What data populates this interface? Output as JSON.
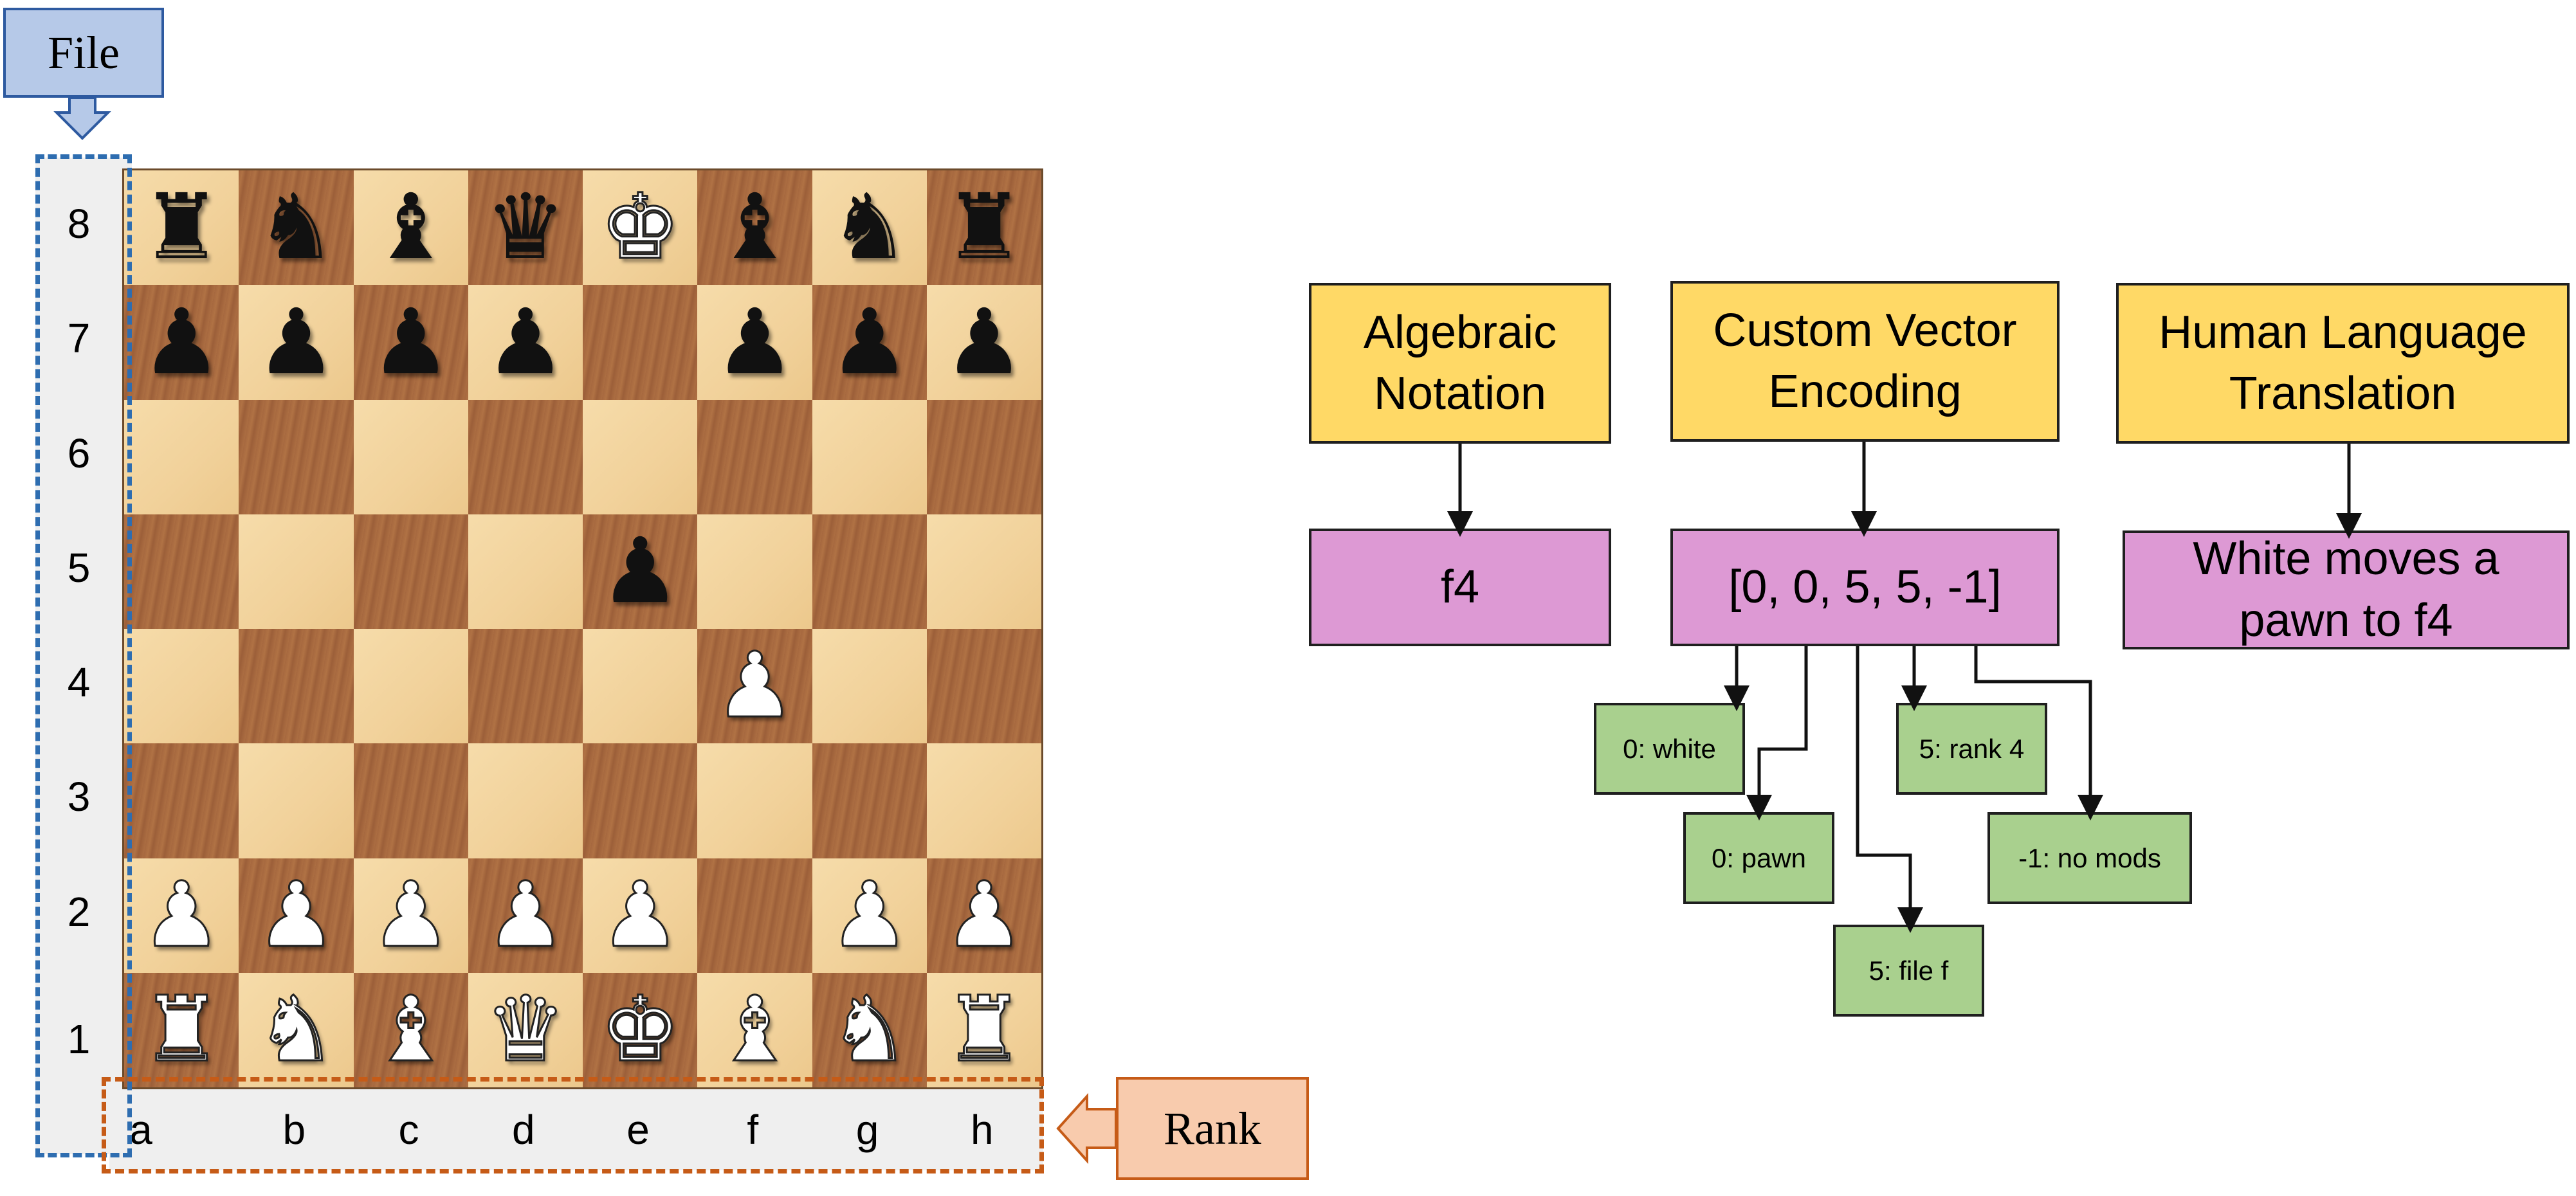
{
  "callouts": {
    "file": "File",
    "rank": "Rank"
  },
  "board": {
    "ranks": [
      "8",
      "7",
      "6",
      "5",
      "4",
      "3",
      "2",
      "1"
    ],
    "files": [
      "a",
      "b",
      "c",
      "d",
      "e",
      "f",
      "g",
      "h"
    ],
    "pieces": [
      {
        "square": "a8",
        "color": "black",
        "type": "rook",
        "glyph": "♜"
      },
      {
        "square": "b8",
        "color": "black",
        "type": "knight",
        "glyph": "♞"
      },
      {
        "square": "c8",
        "color": "black",
        "type": "bishop",
        "glyph": "♝"
      },
      {
        "square": "d8",
        "color": "black",
        "type": "queen",
        "glyph": "♛"
      },
      {
        "square": "e8",
        "color": "white",
        "type": "king",
        "glyph": "♚"
      },
      {
        "square": "f8",
        "color": "black",
        "type": "bishop",
        "glyph": "♝"
      },
      {
        "square": "g8",
        "color": "black",
        "type": "knight",
        "glyph": "♞"
      },
      {
        "square": "h8",
        "color": "black",
        "type": "rook",
        "glyph": "♜"
      },
      {
        "square": "a7",
        "color": "black",
        "type": "pawn",
        "glyph": "♟"
      },
      {
        "square": "b7",
        "color": "black",
        "type": "pawn",
        "glyph": "♟"
      },
      {
        "square": "c7",
        "color": "black",
        "type": "pawn",
        "glyph": "♟"
      },
      {
        "square": "d7",
        "color": "black",
        "type": "pawn",
        "glyph": "♟"
      },
      {
        "square": "f7",
        "color": "black",
        "type": "pawn",
        "glyph": "♟"
      },
      {
        "square": "g7",
        "color": "black",
        "type": "pawn",
        "glyph": "♟"
      },
      {
        "square": "h7",
        "color": "black",
        "type": "pawn",
        "glyph": "♟"
      },
      {
        "square": "e5",
        "color": "black",
        "type": "pawn",
        "glyph": "♟"
      },
      {
        "square": "f4",
        "color": "white",
        "type": "pawn",
        "glyph": "♟"
      },
      {
        "square": "a2",
        "color": "white",
        "type": "pawn",
        "glyph": "♟"
      },
      {
        "square": "b2",
        "color": "white",
        "type": "pawn",
        "glyph": "♟"
      },
      {
        "square": "c2",
        "color": "white",
        "type": "pawn",
        "glyph": "♟"
      },
      {
        "square": "d2",
        "color": "white",
        "type": "pawn",
        "glyph": "♟"
      },
      {
        "square": "e2",
        "color": "white",
        "type": "pawn",
        "glyph": "♟"
      },
      {
        "square": "g2",
        "color": "white",
        "type": "pawn",
        "glyph": "♟"
      },
      {
        "square": "h2",
        "color": "white",
        "type": "pawn",
        "glyph": "♟"
      },
      {
        "square": "a1",
        "color": "white",
        "type": "rook",
        "glyph": "♜"
      },
      {
        "square": "b1",
        "color": "white",
        "type": "knight",
        "glyph": "♞"
      },
      {
        "square": "c1",
        "color": "white",
        "type": "bishop",
        "glyph": "♝"
      },
      {
        "square": "d1",
        "color": "white",
        "type": "queen",
        "glyph": "♛"
      },
      {
        "square": "e1",
        "color": "white",
        "type": "king",
        "glyph": "♚"
      },
      {
        "square": "f1",
        "color": "white",
        "type": "bishop",
        "glyph": "♝"
      },
      {
        "square": "g1",
        "color": "white",
        "type": "knight",
        "glyph": "♞"
      },
      {
        "square": "h1",
        "color": "white",
        "type": "rook",
        "glyph": "♜"
      }
    ]
  },
  "diagram": {
    "headers": {
      "algebraic": [
        "Algebraic",
        "Notation"
      ],
      "vector": [
        "Custom Vector",
        "Encoding"
      ],
      "human": [
        "Human Language",
        "Translation"
      ]
    },
    "values": {
      "algebraic": "f4",
      "vector": "[0, 0, 5, 5, -1]",
      "human": [
        "White moves a",
        "pawn to f4"
      ]
    },
    "components": {
      "color": "0: white",
      "piece": "0: pawn",
      "file": "5: file f",
      "rank": "5: rank 4",
      "mods": "-1: no mods"
    }
  },
  "colors": {
    "header_fill": "#ffd966",
    "value_fill": "#dd99d4",
    "component_fill": "#a9d08e",
    "file_accent": "#2e6db0",
    "rank_accent": "#c65b17"
  }
}
